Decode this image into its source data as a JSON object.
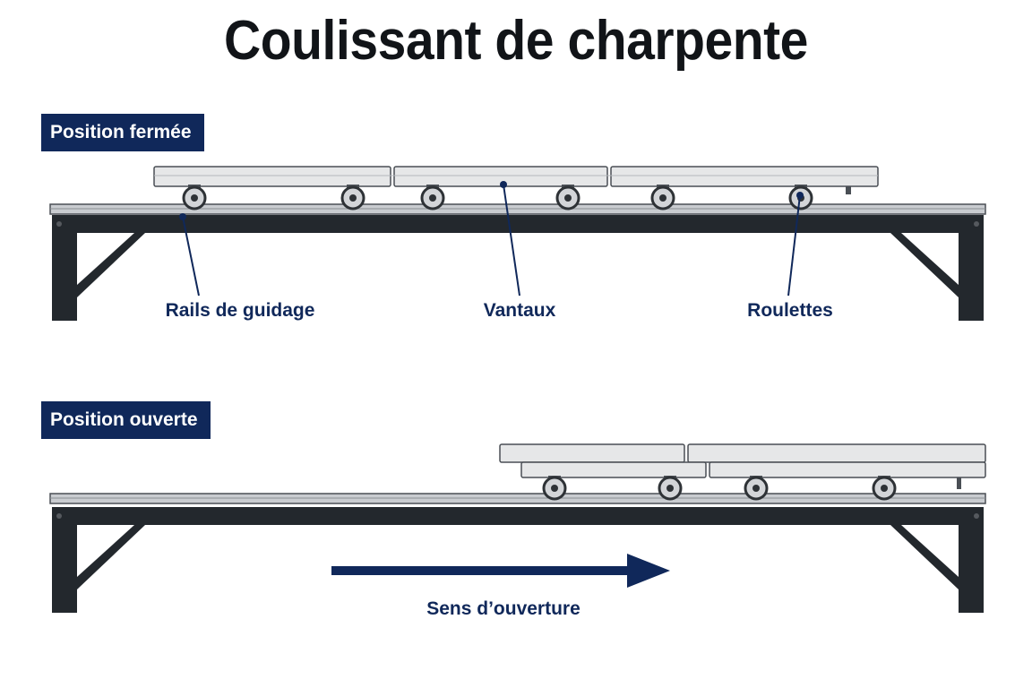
{
  "title": "Coulissant de charpente",
  "closed": {
    "badge": "Position fermée",
    "labels": {
      "rails": "Rails de guidage",
      "panels": "Vantaux",
      "wheels": "Roulettes"
    }
  },
  "open": {
    "badge": "Position ouverte",
    "direction_label": "Sens d’ouverture"
  },
  "colors": {
    "navy": "#10285a",
    "frame": "#23282d",
    "panel_fill": "#e6e7e8",
    "panel_stroke": "#4a4f55",
    "rail_fill": "#c9ccd0"
  }
}
